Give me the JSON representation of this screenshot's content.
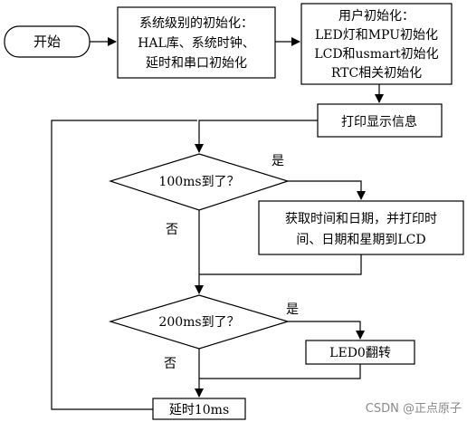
{
  "nodes": {
    "start": "开始",
    "sys_init": [
      "系统级别的初始化：",
      "HAL库、系统时钟、",
      "延时和串口初始化"
    ],
    "user_init": [
      "用户初始化：",
      "LED灯和MPU初始化",
      "LCD和usmart初始化",
      "RTC相关初始化"
    ],
    "print_info": "打印显示信息",
    "cond_100ms": "100ms到了？",
    "get_time": [
      "获取时间和日期，并打印时",
      "间、日期和星期到LCD"
    ],
    "cond_200ms": "200ms到了？",
    "led_toggle": "LED0翻转",
    "delay": "延时10ms"
  },
  "edge_labels": {
    "yes_1": "是",
    "no_1": "否",
    "yes_2": "是",
    "no_2": "否"
  },
  "watermark": "CSDN @正点原子",
  "colors": {
    "stroke": "#000000",
    "watermark": "#8a8a8a"
  }
}
